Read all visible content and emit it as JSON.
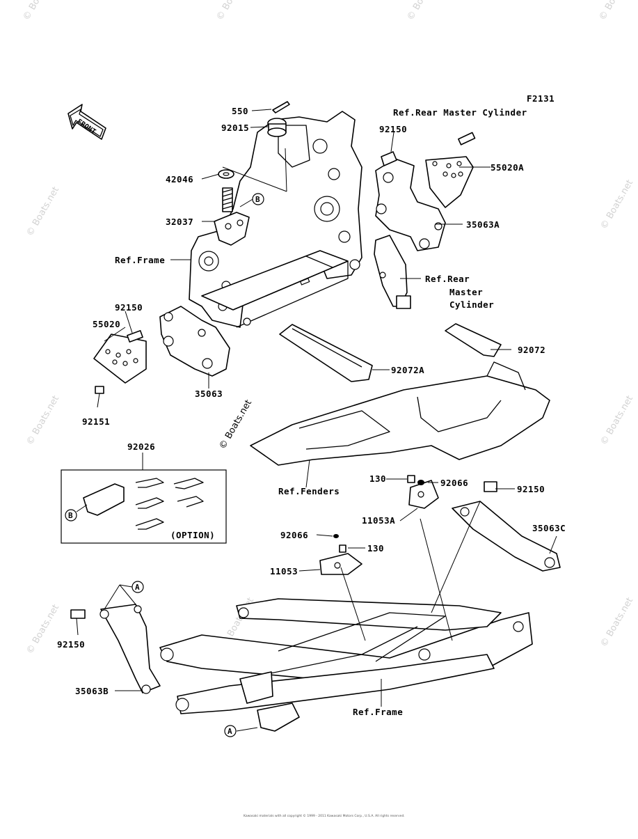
{
  "figure_id": "F2131",
  "front_label": "FRONT",
  "option_label": "(OPTION)",
  "watermark": "© Boats.net",
  "circle_markers": {
    "a": "A",
    "b": "B"
  },
  "labels": {
    "p550": "550",
    "p92015": "92015",
    "p42046": "42046",
    "p32037": "32037",
    "ref_frame_top": "Ref.Frame",
    "p92150_left": "92150",
    "p55020": "55020",
    "p92151": "92151",
    "p35063": "35063",
    "p92150_upper": "92150",
    "ref_rear_master_top": "Ref.Rear Master Cylinder",
    "p55020a": "55020A",
    "p35063a": "35063A",
    "ref_rear_line1": "Ref.Rear",
    "ref_rear_line2": "Master",
    "ref_rear_line3": "Cylinder",
    "p92072a": "92072A",
    "p92072": "92072",
    "p92026": "92026",
    "ref_fenders": "Ref.Fenders",
    "p130_upper": "130",
    "p92066_upper": "92066",
    "p11053a": "11053A",
    "p92150_right": "92150",
    "p35063c": "35063C",
    "p92066_lower": "92066",
    "p130_lower": "130",
    "p11053": "11053",
    "p92150_lower": "92150",
    "p35063b": "35063B",
    "ref_frame_bottom": "Ref.Frame"
  },
  "copyright": "Kawasaki materials with all copyright © 1999 - 2011 Kawasaki Motors Corp., U.S.A. All rights reserved."
}
